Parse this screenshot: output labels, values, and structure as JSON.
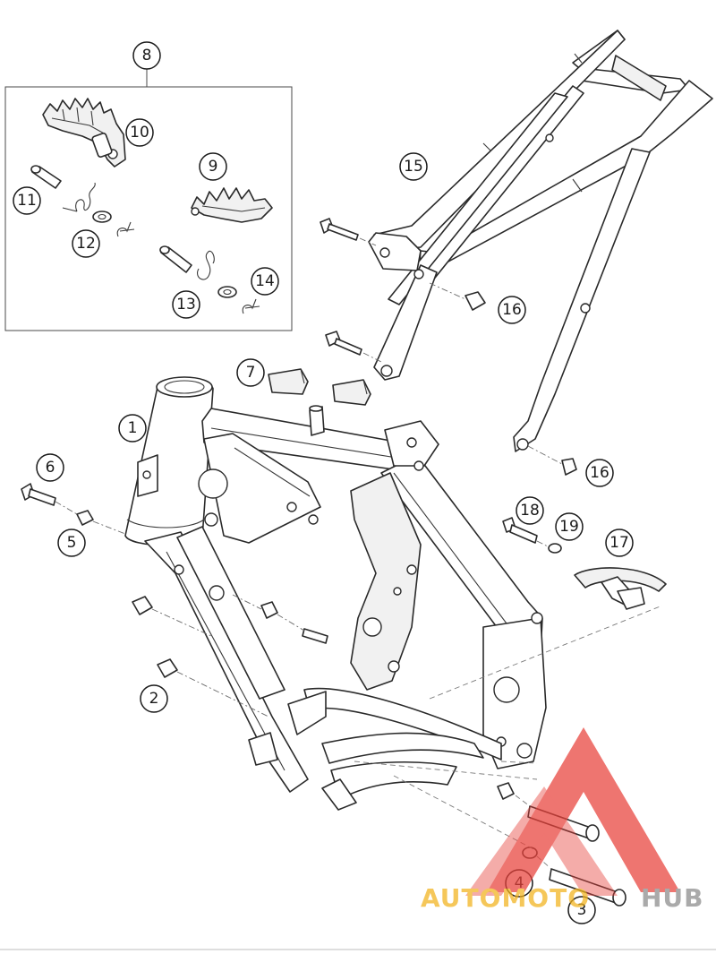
{
  "diagram": {
    "callouts": [
      {
        "id": "1",
        "label": "1"
      },
      {
        "id": "2",
        "label": "2"
      },
      {
        "id": "3",
        "label": "3"
      },
      {
        "id": "4",
        "label": "4"
      },
      {
        "id": "5",
        "label": "5"
      },
      {
        "id": "6",
        "label": "6"
      },
      {
        "id": "7",
        "label": "7"
      },
      {
        "id": "8",
        "label": "8"
      },
      {
        "id": "9",
        "label": "9"
      },
      {
        "id": "10",
        "label": "10"
      },
      {
        "id": "11",
        "label": "11"
      },
      {
        "id": "12",
        "label": "12"
      },
      {
        "id": "13",
        "label": "13"
      },
      {
        "id": "14",
        "label": "14"
      },
      {
        "id": "15",
        "label": "15"
      },
      {
        "id": "16a",
        "label": "16"
      },
      {
        "id": "16b",
        "label": "16"
      },
      {
        "id": "17",
        "label": "17"
      },
      {
        "id": "18",
        "label": "18"
      },
      {
        "id": "19",
        "label": "19"
      }
    ]
  },
  "watermark": {
    "word_left": "AUTOMOTO",
    "word_right": "HUB",
    "color_accent": "#e8413a",
    "color_left": "#f2b21b",
    "color_right": "#8a8a8a"
  }
}
